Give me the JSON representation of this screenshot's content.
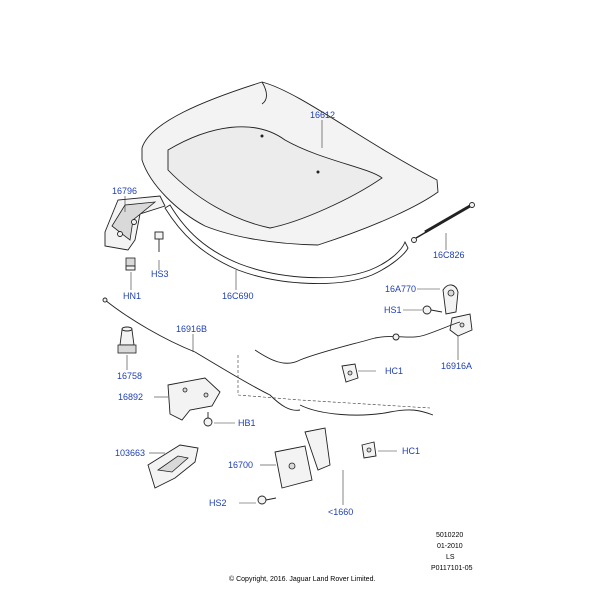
{
  "callouts": {
    "c16612": "16612",
    "c16796": "16796",
    "cHS3": "HS3",
    "cHN1": "HN1",
    "c16C690": "16C690",
    "c16C826": "16C826",
    "c16A770": "16A770",
    "cHS1": "HS1",
    "c16916B": "16916B",
    "c16758": "16758",
    "cHC1a": "HC1",
    "c16916A": "16916A",
    "c16892": "16892",
    "cHB1": "HB1",
    "c103663": "103663",
    "c16700": "16700",
    "cHC1b": "HC1",
    "cHS2": "HS2",
    "c1660": "<1660"
  },
  "meta": {
    "code": "5010220",
    "date": "01-2010",
    "ls": "LS",
    "ref": "P0117101-05"
  },
  "copyright": "© Copyright, 2016. Jaguar Land Rover Limited.",
  "colors": {
    "callout": "#1f3fb3",
    "line": "#222222"
  }
}
